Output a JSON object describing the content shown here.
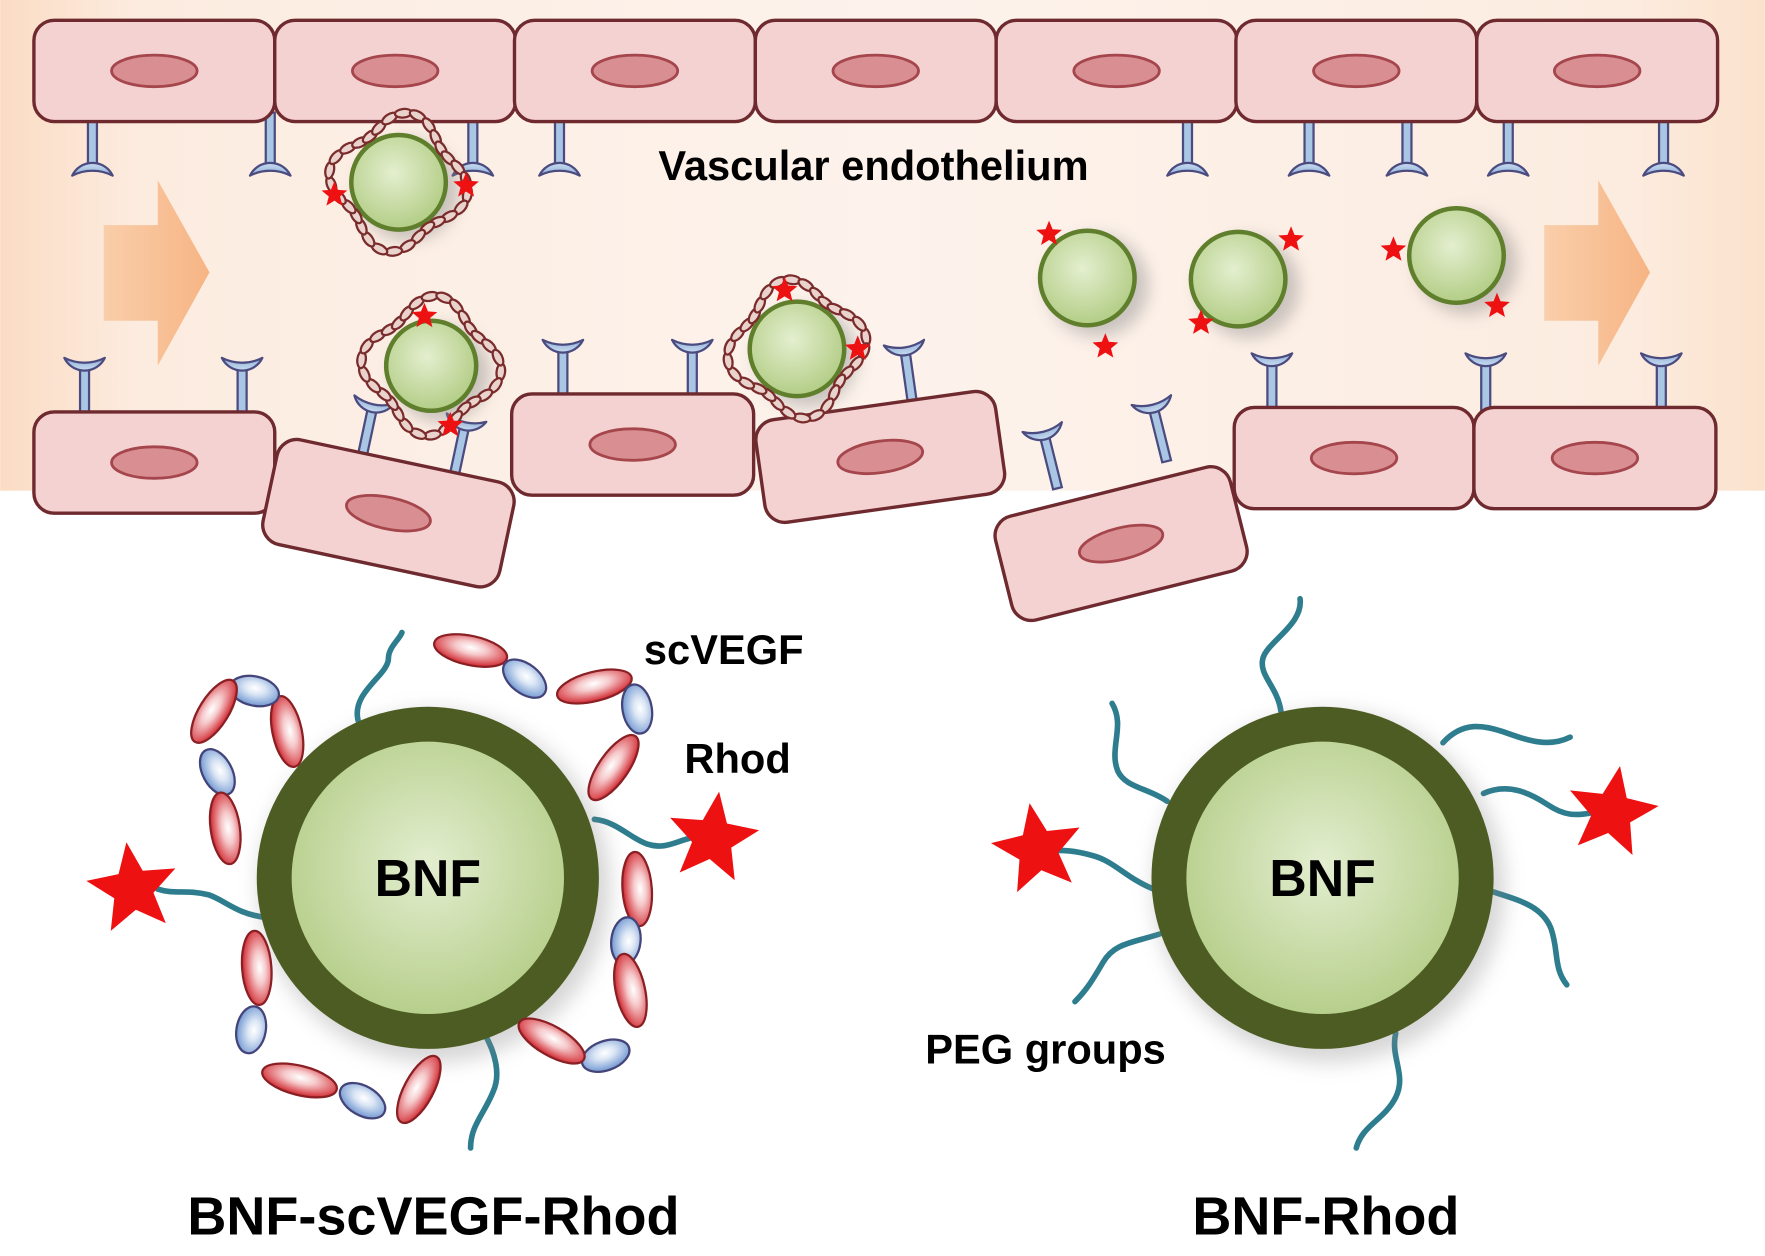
{
  "labels": {
    "vessel": "Vascular endothelium",
    "scvegf": "scVEGF",
    "rhod": "Rhod",
    "bnf_left": "BNF",
    "bnf_right": "BNF",
    "peg": "PEG groups",
    "title_left": "BNF-scVEGF-Rhod",
    "title_right": "BNF-Rhod"
  },
  "colors": {
    "lumen": "#fdf0e6",
    "flow_arrow": "#f7b382",
    "cell_fill": "#f5d2d2",
    "cell_stroke": "#6e2a2e",
    "nucleus_fill": "#d98e92",
    "nucleus_stroke": "#a4464c",
    "receptor_fill": "#a9c6e4",
    "receptor_stroke": "#4b4b80",
    "particle_core": "#c5dba0",
    "particle_stroke": "#5f7f2c",
    "particle_shell": "#4d5c22",
    "peg": "#2e7d8e",
    "rhod": "#ee1111",
    "scvegf_small": "#7a2c2c",
    "scvegf_red_stroke": "#8a1f24",
    "scvegf_blue_stroke": "#44447a"
  }
}
